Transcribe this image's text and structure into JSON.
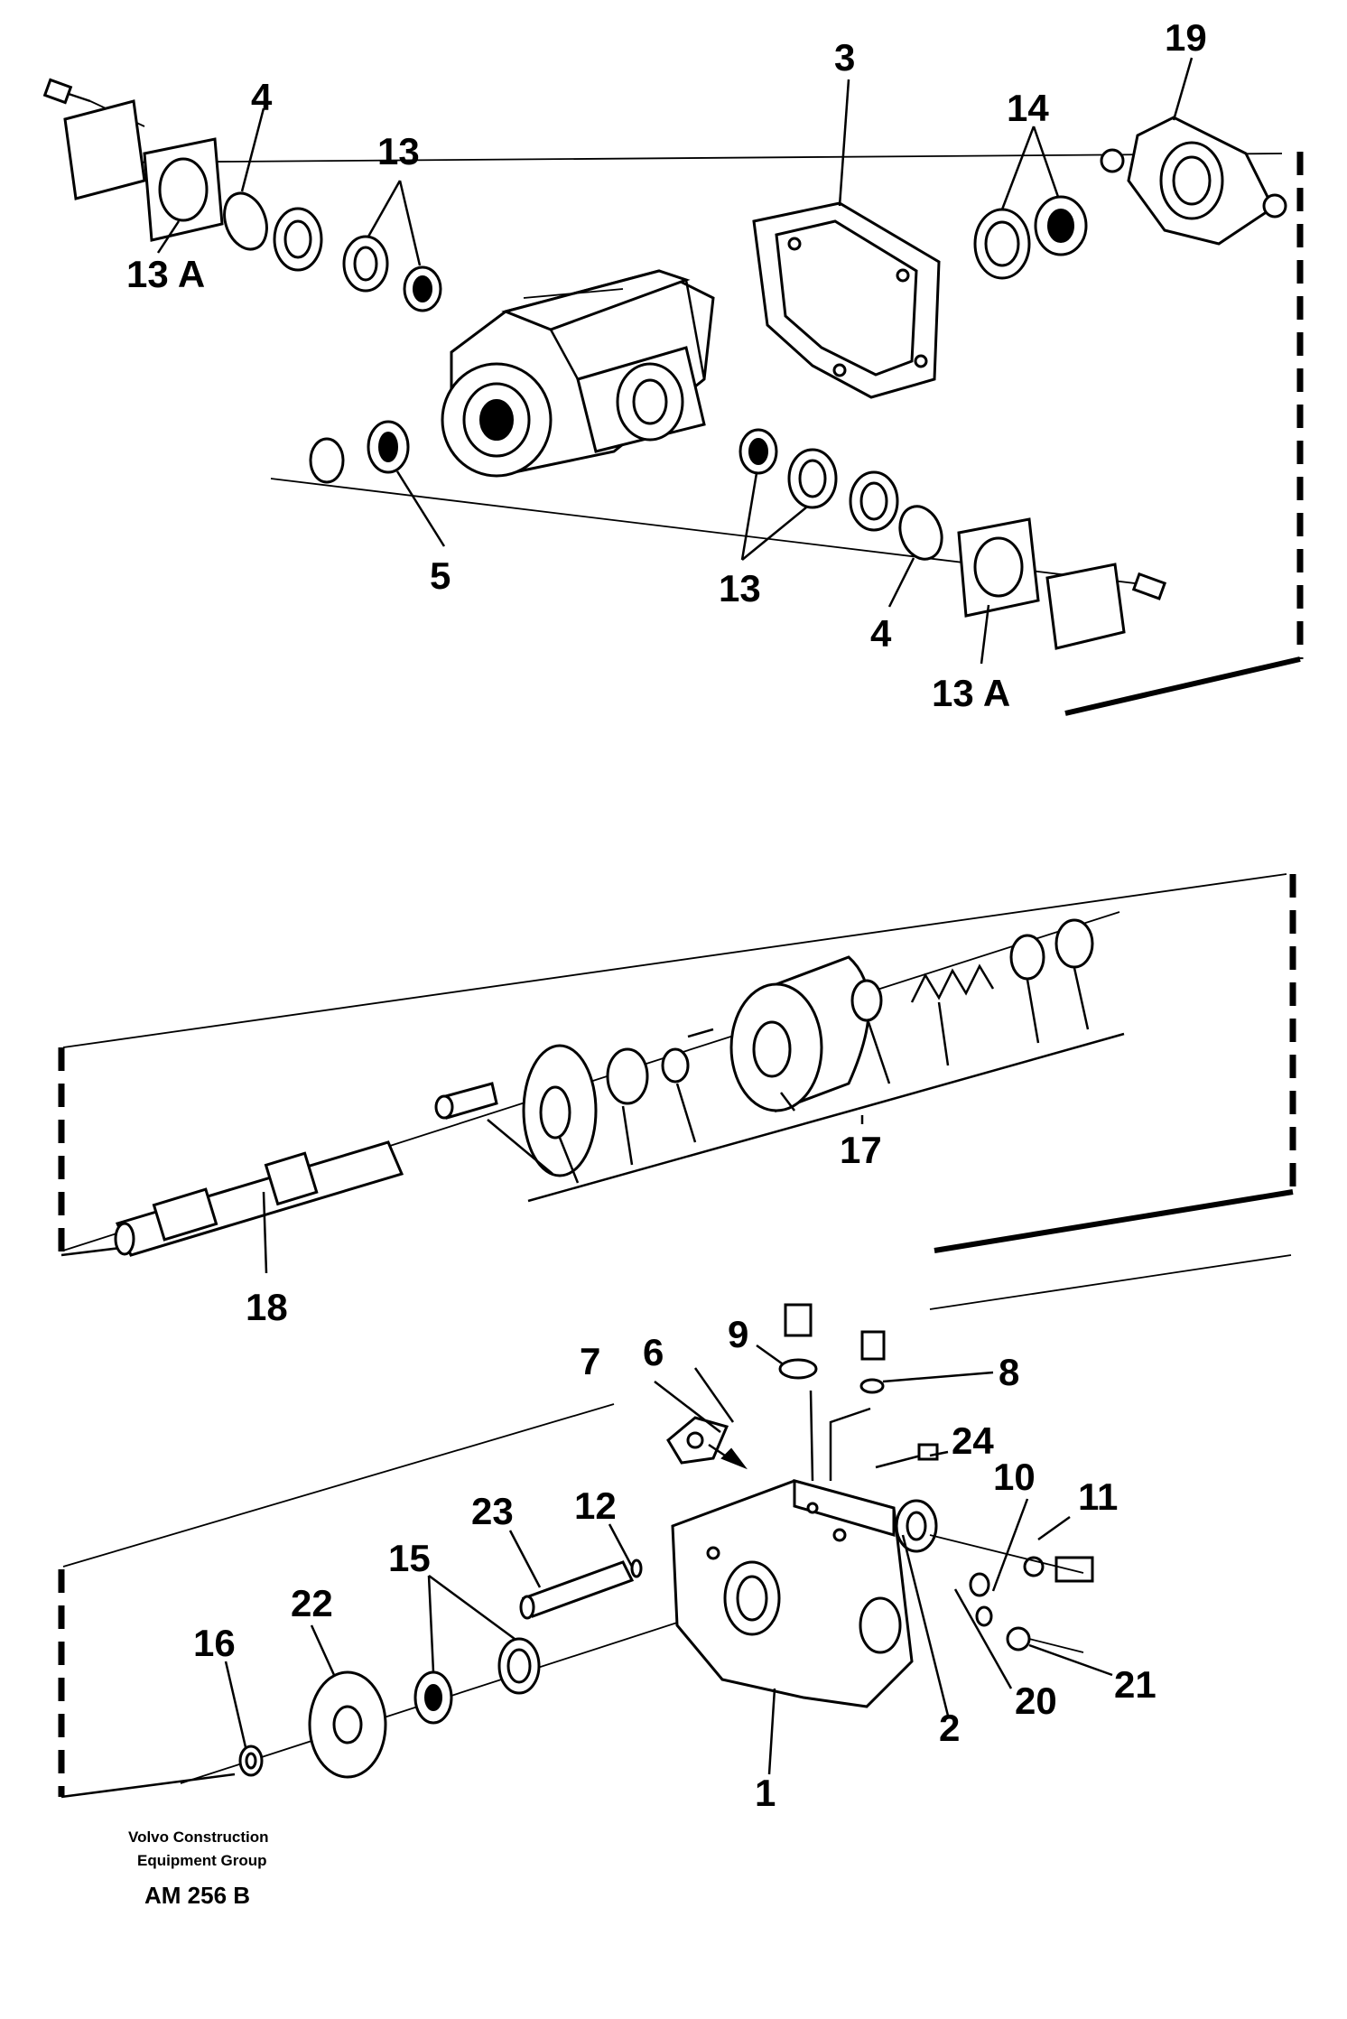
{
  "labels": {
    "n1": "1",
    "n2": "2",
    "n3": "3",
    "n4a": "4",
    "n4b": "4",
    "n5": "5",
    "n6": "6",
    "n7": "7",
    "n8": "8",
    "n9": "9",
    "n10": "10",
    "n11": "11",
    "n12": "12",
    "n13a": "13",
    "n13b": "13",
    "n13Aa": "13 A",
    "n13Ab": "13 A",
    "n14": "14",
    "n15": "15",
    "n16": "16",
    "n17": "17",
    "n18": "18",
    "n19": "19",
    "n20": "20",
    "n21": "21",
    "n22": "22",
    "n23": "23",
    "n24": "24"
  },
  "credit": {
    "line1": "Volvo Construction",
    "line2": "Equipment Group",
    "ref": "AM 256 B"
  }
}
